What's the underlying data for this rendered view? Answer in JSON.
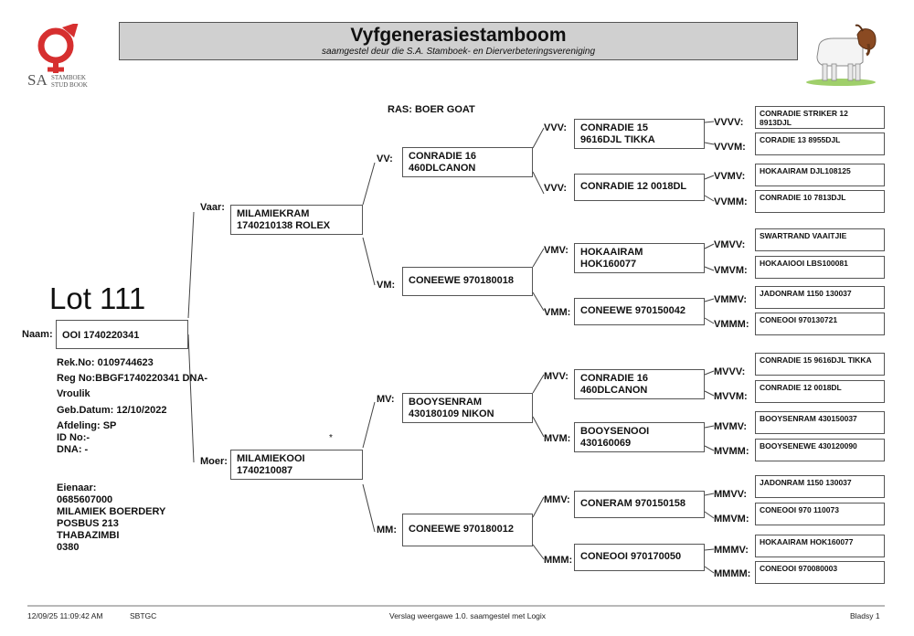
{
  "header": {
    "title": "Vyfgenerasiestamboom",
    "subtitle": "saamgestel deur die S.A. Stamboek- en Dierverbeteringsvereniging",
    "logo_text_sa": "SA",
    "logo_text_top": "STAMBOEK",
    "logo_text_bottom": "STUD BOOK",
    "brand_color": "#d62f2f"
  },
  "breed": "RAS: BOER GOAT",
  "lot": "Lot 111",
  "animal": {
    "naam_label": "Naam:",
    "naam": "OOI 1740220341",
    "rek_no": "Rek.No: 0109744623",
    "reg_no": "Reg No:BBGF1740220341 DNA-",
    "sex": "Vroulik",
    "geb_datum": "Geb.Datum: 12/10/2022",
    "afdeling": "Afdeling: SP",
    "id_no": "ID No:-",
    "dna": "DNA: -"
  },
  "owner": {
    "label": "Eienaar:",
    "lines": [
      "0685607000",
      "MILAMIEK BOERDERY",
      "POSBUS 213",
      "THABAZIMBI",
      "0380"
    ]
  },
  "gen1": {
    "vaar": {
      "label": "Vaar:",
      "name": "MILAMIEKRAM\n1740210138 ROLEX"
    },
    "moer": {
      "label": "Moer:",
      "name": "MILAMIEKOOI\n1740210087"
    }
  },
  "gen2": {
    "vv": {
      "label": "VV:",
      "name": "CONRADIE 16\n460DLCANON"
    },
    "vm": {
      "label": "VM:",
      "name": "CONEEWE 970180018"
    },
    "mv": {
      "label": "MV:",
      "name": "BOOYSENRAM\n430180109 NIKON"
    },
    "mm": {
      "label": "MM:",
      "name": "CONEEWE 970180012"
    }
  },
  "gen3": {
    "vvv": {
      "label": "VVV:",
      "name": "CONRADIE 15\n9616DJL TIKKA"
    },
    "vvm": {
      "label": "VVV:",
      "name": "CONRADIE 12 0018DL"
    },
    "vmv": {
      "label": "VMV:",
      "name": "HOKAAIRAM\nHOK160077"
    },
    "vmm": {
      "label": "VMM:",
      "name": "CONEEWE 970150042"
    },
    "mvv": {
      "label": "MVV:",
      "name": "CONRADIE 16\n460DLCANON"
    },
    "mvm": {
      "label": "MVM:",
      "name": "BOOYSENOOI\n430160069"
    },
    "mmv": {
      "label": "MMV:",
      "name": "CONERAM 970150158"
    },
    "mmm": {
      "label": "MMM:",
      "name": "CONEOOI 970170050"
    }
  },
  "gen4": [
    {
      "label": "VVVV:",
      "name": "CONRADIE STRIKER 12\n8913DJL"
    },
    {
      "label": "VVVM:",
      "name": "CORADIE 13 8955DJL"
    },
    {
      "label": "VVMV:",
      "name": "HOKAAIRAM DJL108125"
    },
    {
      "label": "VVMM:",
      "name": "CONRADIE 10 7813DJL"
    },
    {
      "label": "VMVV:",
      "name": "SWARTRAND VAAITJIE"
    },
    {
      "label": "VMVM:",
      "name": "HOKAAIOOI LBS100081"
    },
    {
      "label": "VMMV:",
      "name": "JADONRAM 1150 130037"
    },
    {
      "label": "VMMM:",
      "name": "CONEOOI 970130721"
    },
    {
      "label": "MVVV:",
      "name": "CONRADIE 15 9616DJL TIKKA"
    },
    {
      "label": "MVVM:",
      "name": "CONRADIE 12 0018DL"
    },
    {
      "label": "MVMV:",
      "name": "BOOYSENRAM 430150037"
    },
    {
      "label": "MVMM:",
      "name": "BOOYSENEWE 430120090"
    },
    {
      "label": "MMVV:",
      "name": "JADONRAM 1150 130037"
    },
    {
      "label": "MMVM:",
      "name": "CONEOOI 970 110073"
    },
    {
      "label": "MMMV:",
      "name": "HOKAAIRAM HOK160077"
    },
    {
      "label": "MMMM:",
      "name": "CONEOOI 970080003"
    }
  ],
  "asterisk": "*",
  "footer": {
    "datetime": "12/09/25 11:09:42 AM",
    "code": "SBTGC",
    "version": "Verslag weergawe 1.0. saamgestel met Logix",
    "page": "Bladsy 1"
  }
}
